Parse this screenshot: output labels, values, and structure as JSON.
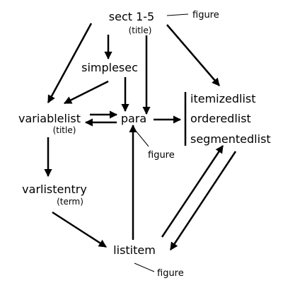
{
  "diagram": {
    "nodes": {
      "sect": {
        "label": "sect 1-5",
        "sub": "(title)"
      },
      "simplesec": {
        "label": "simplesec"
      },
      "variablelist": {
        "label": "variablelist",
        "sub": "(title)"
      },
      "para": {
        "label": "para"
      },
      "list_group": {
        "items": [
          "itemizedlist",
          "orderedlist",
          "segmentedlist"
        ]
      },
      "varlistentry": {
        "label": "varlistentry",
        "sub": "(term)"
      },
      "listitem": {
        "label": "listitem"
      }
    },
    "notes": {
      "sect": "figure",
      "para": "figure",
      "listitem": "figure"
    },
    "edges": [
      {
        "from": "sect",
        "to": "simplesec"
      },
      {
        "from": "sect",
        "to": "variablelist"
      },
      {
        "from": "sect",
        "to": "para"
      },
      {
        "from": "sect",
        "to": "list_group"
      },
      {
        "from": "simplesec",
        "to": "variablelist"
      },
      {
        "from": "simplesec",
        "to": "para"
      },
      {
        "from": "variablelist",
        "to": "para"
      },
      {
        "from": "para",
        "to": "variablelist"
      },
      {
        "from": "para",
        "to": "list_group"
      },
      {
        "from": "variablelist",
        "to": "varlistentry"
      },
      {
        "from": "varlistentry",
        "to": "listitem"
      },
      {
        "from": "listitem",
        "to": "para"
      },
      {
        "from": "listitem",
        "to": "list_group"
      },
      {
        "from": "list_group",
        "to": "listitem"
      }
    ]
  }
}
